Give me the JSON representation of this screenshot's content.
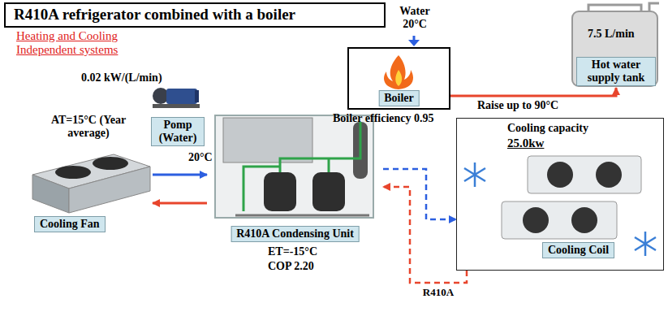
{
  "diagram": {
    "title": "R410A refrigerator combined with a boiler",
    "nodes": [
      {
        "text": [
          "Pomp (Water)"
        ]
      },
      {
        "text": [
          "Boiler"
        ]
      },
      {
        "text": [
          "Hot water supply tank"
        ]
      },
      {
        "text": [
          "Cooling Fan"
        ]
      },
      {
        "text": [
          "R410A Condensing Unit"
        ]
      },
      {
        "text": [
          "Cooling capacity",
          "25.0kw"
        ]
      },
      {
        "text": [
          "Cooling Coil"
        ],
        "in": 5
      }
    ],
    "edges": [
      {
        "from": 3,
        "to": 4,
        "arrow": "to"
      },
      {
        "from": 4,
        "to": 3,
        "arrow": "to"
      },
      {
        "from": 1,
        "to": 2,
        "arrow": "to"
      },
      {
        "from": 4,
        "to": 5,
        "arrow": "to"
      },
      {
        "from": 5,
        "to": 4,
        "label": "R410A",
        "arrow": "to"
      }
    ],
    "labels": [
      "Heating and Cooling Independent systems",
      "0.02 kW/(L/min)",
      "20°C",
      "AT=15°C (Year average)",
      "ET=-15°C",
      "COP 2.20",
      "Water 20°C",
      "Boiler efficiency 0.95",
      "7.5 L/min",
      "Raise up to 90°C"
    ]
  }
}
